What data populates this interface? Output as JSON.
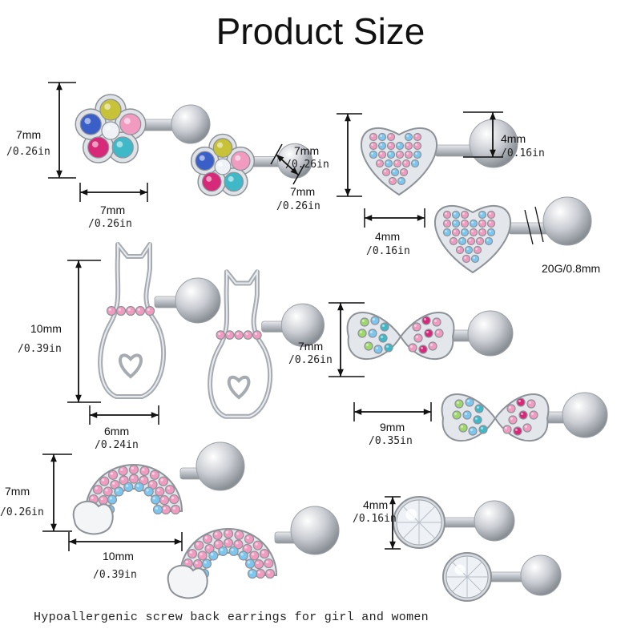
{
  "title": "Product Size",
  "footer": "Hypoallergenic screw back earrings for girl and women",
  "colors": {
    "metal": "#c9ccd2",
    "metal_dark": "#8a8f96",
    "pink": "#f29bc0",
    "blue": "#7cc6ef",
    "yellow": "#c7c237",
    "navy": "#3b5fc9",
    "magenta": "#d8287a",
    "teal": "#3fb8c8",
    "green": "#9fd86a",
    "clear": "#eef2f7"
  },
  "products": [
    {
      "name": "flower",
      "labels": [
        {
          "mm": "7mm",
          "inch": "/0.26in"
        },
        {
          "mm": "7mm",
          "inch": "/0.26in"
        },
        {
          "mm": "7mm",
          "inch": "/0.26in"
        },
        {
          "mm": "7mm",
          "inch": "/0.26in"
        }
      ]
    },
    {
      "name": "heart",
      "labels": [
        {
          "mm": "4mm",
          "inch": "/0.16in"
        },
        {
          "mm": "4mm",
          "inch": "/0.16in"
        },
        {
          "mm": "20G/0.8mm",
          "inch": ""
        }
      ]
    },
    {
      "name": "cat",
      "labels": [
        {
          "mm": "10mm",
          "inch": "/0.39in"
        },
        {
          "mm": "6mm",
          "inch": "/0.24in"
        }
      ]
    },
    {
      "name": "butterfly",
      "labels": [
        {
          "mm": "7mm",
          "inch": "/0.26in"
        },
        {
          "mm": "9mm",
          "inch": "/0.35in"
        }
      ]
    },
    {
      "name": "rainbow",
      "labels": [
        {
          "mm": "7mm",
          "inch": "/0.26in"
        },
        {
          "mm": "10mm",
          "inch": "/0.39in"
        }
      ]
    },
    {
      "name": "round-stud",
      "labels": [
        {
          "mm": "4mm",
          "inch": "/0.16in"
        }
      ]
    }
  ]
}
